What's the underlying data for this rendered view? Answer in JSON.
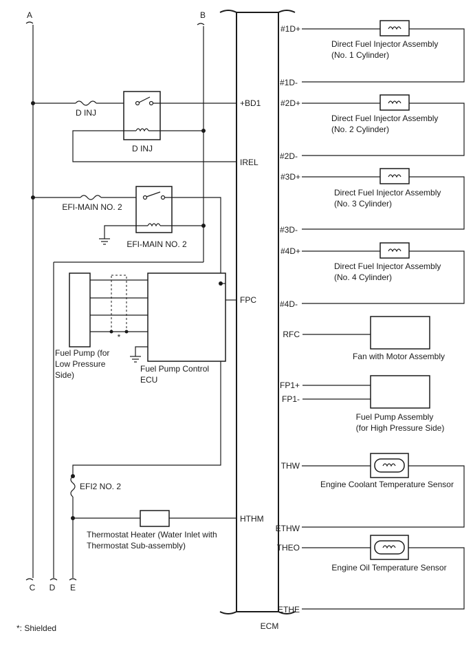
{
  "connectors": {
    "top": [
      "A",
      "B"
    ],
    "bottom": [
      "C",
      "D",
      "E"
    ]
  },
  "ecm": {
    "label": "ECM",
    "pins_left": {
      "bd1": "+BD1",
      "irel": "IREL",
      "fpc": "FPC",
      "hthm": "HTHM"
    },
    "pins_right": {
      "d1p": "#1D+",
      "d1m": "#1D-",
      "d2p": "#2D+",
      "d2m": "#2D-",
      "d3p": "#3D+",
      "d3m": "#3D-",
      "d4p": "#4D+",
      "d4m": "#4D-",
      "rfc": "RFC",
      "fp1p": "FP1+",
      "fp1m": "FP1-",
      "thw": "THW",
      "ethw": "ETHW",
      "theo": "THEO",
      "ethe": "ETHE"
    }
  },
  "components": {
    "d_inj_fuse": "D INJ",
    "d_inj_relay": "D INJ",
    "efi_main_fuse": "EFI-MAIN NO. 2",
    "efi_main_relay": "EFI-MAIN NO. 2",
    "fuel_pump_low": [
      "Fuel Pump (for",
      "Low Pressure",
      "Side)"
    ],
    "fuel_pump_ecu": [
      "Fuel Pump Control",
      "ECU"
    ],
    "shield_mark": "*",
    "efi2_fuse": "EFI2 NO. 2",
    "thermostat_heater": [
      "Thermostat Heater (Water Inlet with",
      "Thermostat Sub-assembly)"
    ],
    "injector1": [
      "Direct Fuel Injector Assembly",
      "(No. 1 Cylinder)"
    ],
    "injector2": [
      "Direct Fuel Injector Assembly",
      "(No. 2 Cylinder)"
    ],
    "injector3": [
      "Direct Fuel Injector Assembly",
      "(No. 3 Cylinder)"
    ],
    "injector4": [
      "Direct Fuel Injector Assembly",
      "(No. 4 Cylinder)"
    ],
    "fan": "Fan with Motor Assembly",
    "fuel_pump_high": [
      "Fuel Pump Assembly",
      "(for High Pressure Side)"
    ],
    "coolant_sensor": "Engine Coolant Temperature Sensor",
    "oil_sensor": "Engine Oil Temperature Sensor"
  },
  "footnote": "*: Shielded"
}
